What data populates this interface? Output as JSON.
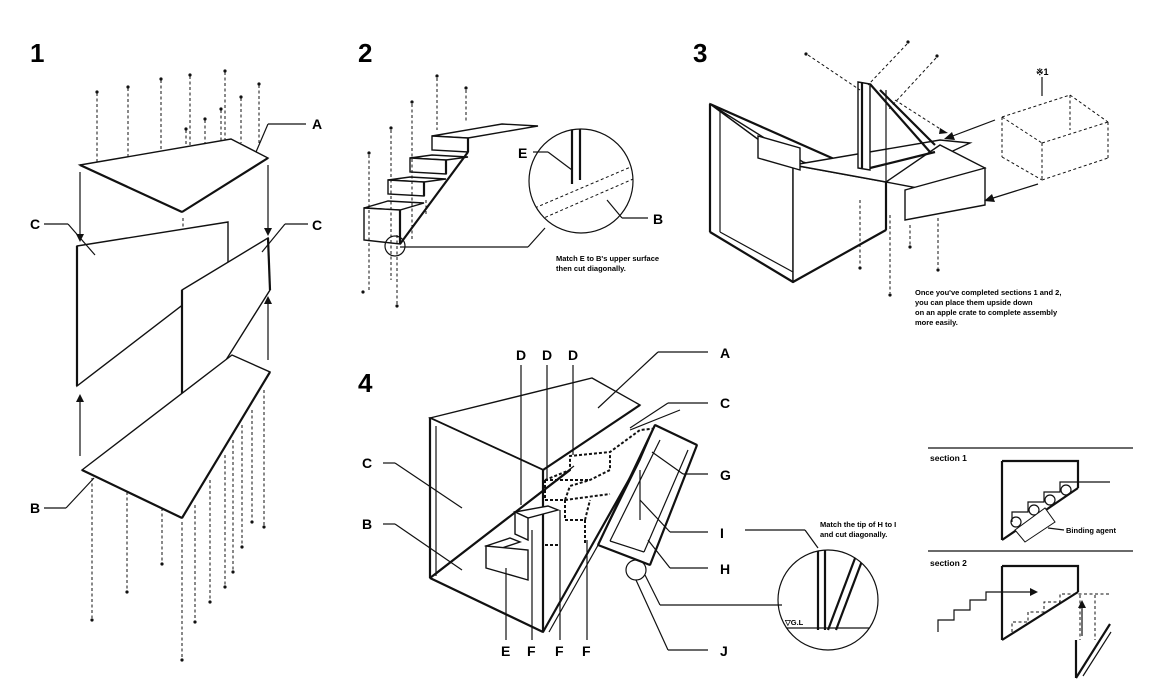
{
  "steps": {
    "s1": {
      "number": "1",
      "labels": {
        "a": "A",
        "c_left": "C",
        "c_right": "C",
        "b": "B"
      }
    },
    "s2": {
      "number": "2",
      "labels": {
        "e": "E",
        "b": "B"
      },
      "note": [
        "Match E to B's upper surface",
        "then cut diagonally."
      ]
    },
    "s3": {
      "number": "3",
      "ref": "※1",
      "note": [
        "Once  you've completed sections 1 and 2,",
        "you can place them upside down",
        "on an apple crate to complete assembly",
        "more easily."
      ]
    },
    "s4": {
      "number": "4",
      "labels": {
        "d1": "D",
        "d2": "D",
        "d3": "D",
        "a": "A",
        "c_top": "C",
        "c_left": "C",
        "g": "G",
        "b": "B",
        "i": "I",
        "h": "H",
        "j": "J",
        "e": "E",
        "f1": "F",
        "f2": "F",
        "f3": "F"
      },
      "note": [
        "Match the tip of H to I",
        "and cut diagonally."
      ],
      "ground": "▽G.L"
    }
  },
  "sections": {
    "section1": {
      "title": "section 1",
      "binding": "Binding agent"
    },
    "section2": {
      "title": "section 2"
    }
  }
}
